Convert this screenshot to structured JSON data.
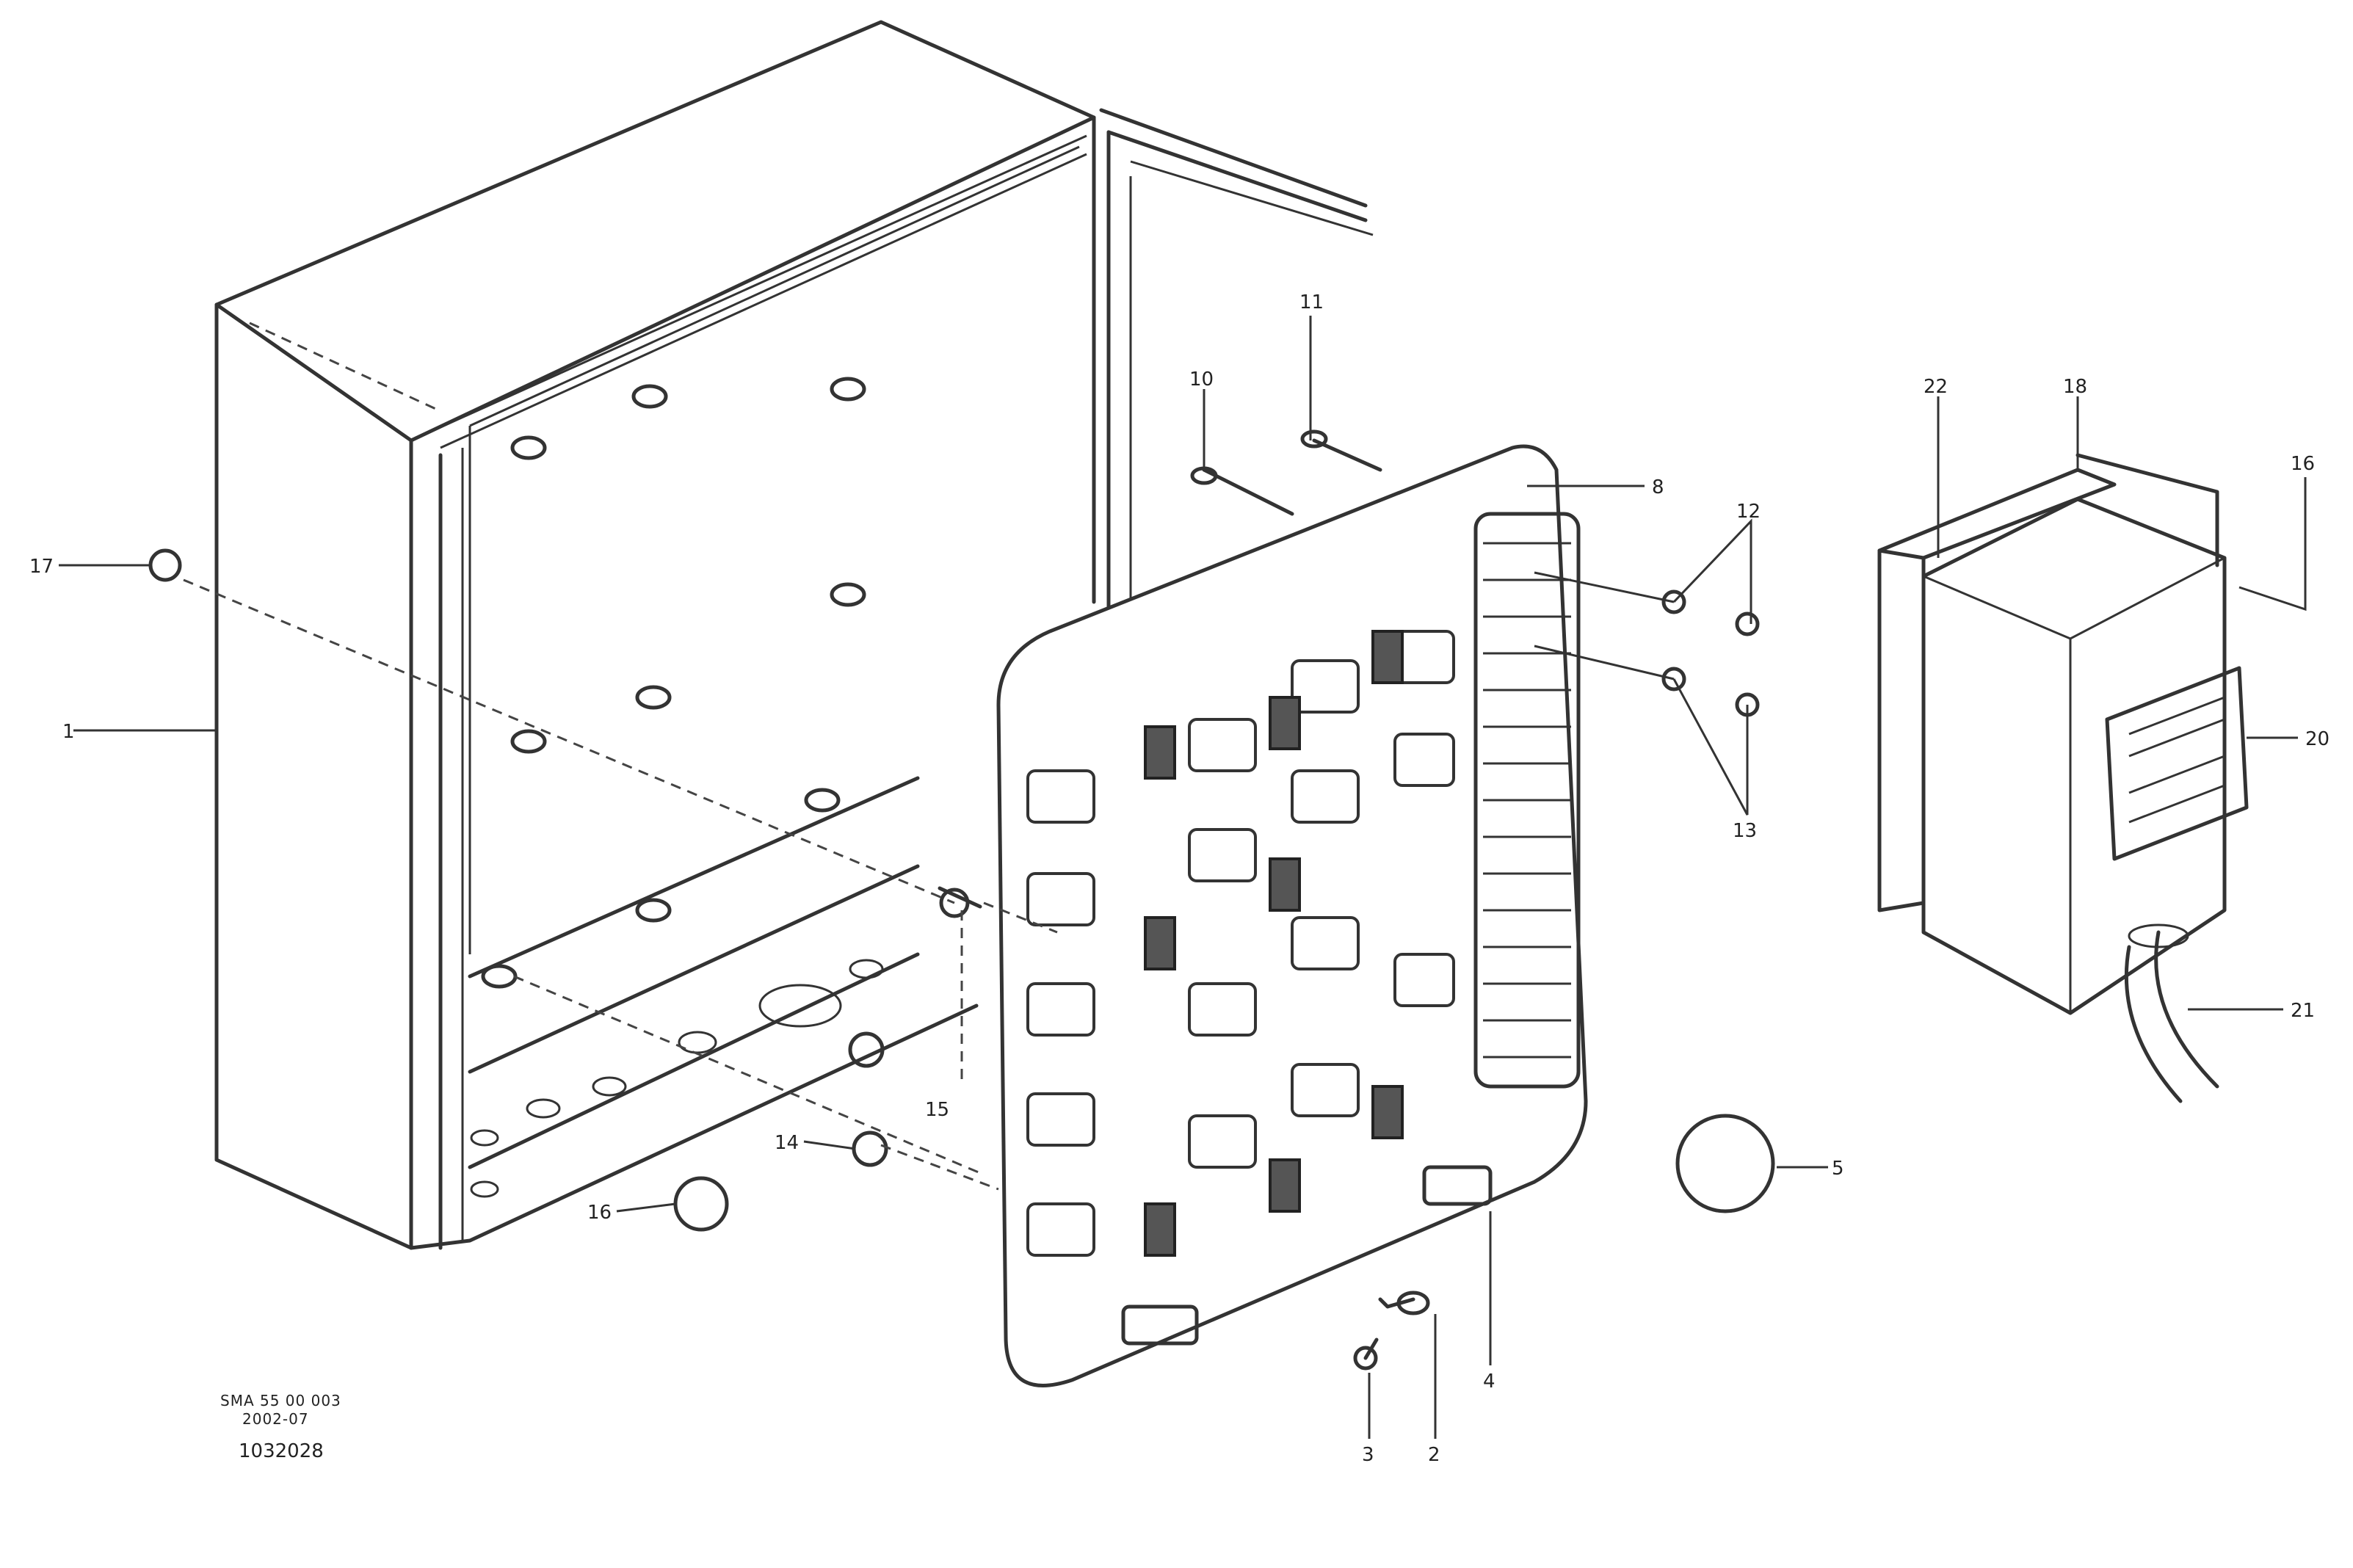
{
  "callouts": [
    {
      "id": "c1",
      "label": "17"
    },
    {
      "id": "c2",
      "label": "1"
    },
    {
      "id": "c3",
      "label": "11"
    },
    {
      "id": "c4",
      "label": "10"
    },
    {
      "id": "c5",
      "label": "8"
    },
    {
      "id": "c6",
      "label": "12"
    },
    {
      "id": "c7",
      "label": "13"
    },
    {
      "id": "c8",
      "label": "22"
    },
    {
      "id": "c9",
      "label": "18"
    },
    {
      "id": "c10",
      "label": "16"
    },
    {
      "id": "c11",
      "label": "20"
    },
    {
      "id": "c12",
      "label": "21"
    },
    {
      "id": "c13",
      "label": "15"
    },
    {
      "id": "c14",
      "label": "14"
    },
    {
      "id": "c15",
      "label": "16"
    },
    {
      "id": "c16",
      "label": "5"
    },
    {
      "id": "c17",
      "label": "3"
    },
    {
      "id": "c18",
      "label": "2"
    },
    {
      "id": "c19",
      "label": "4"
    }
  ],
  "footer": {
    "code_line_1": "SMA 55 00 003",
    "code_line_2": "2002-07",
    "drawing_number": "1032028"
  }
}
